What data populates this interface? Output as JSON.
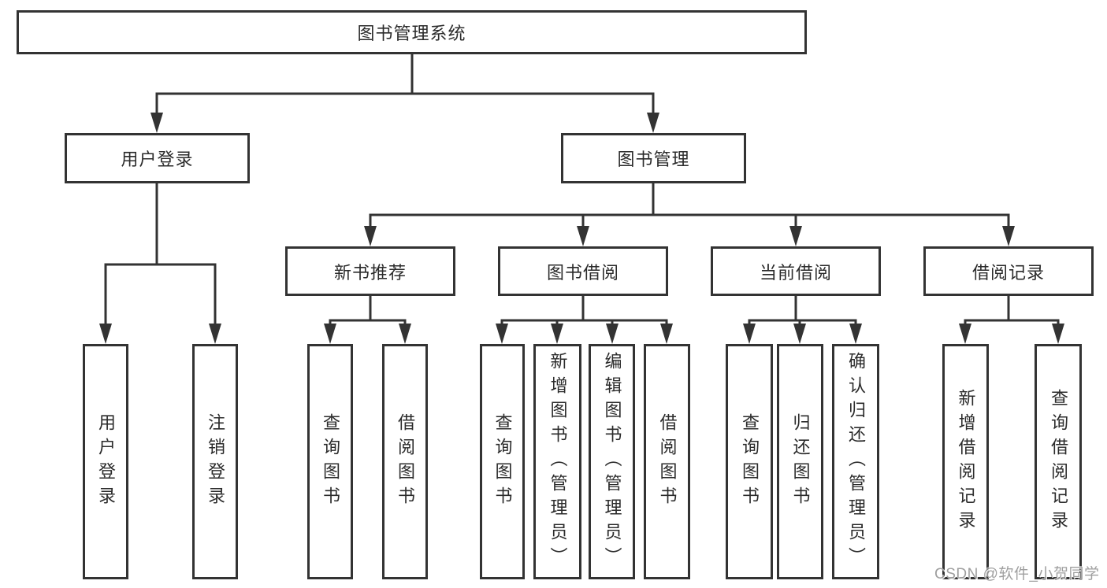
{
  "tree": {
    "label": "图书管理系统",
    "children": [
      {
        "label": "用户登录",
        "children": [
          {
            "label": "用户登录"
          },
          {
            "label": "注销登录"
          }
        ]
      },
      {
        "label": "图书管理",
        "children": [
          {
            "label": "新书推荐",
            "children": [
              {
                "label": "查询图书"
              },
              {
                "label": "借阅图书"
              }
            ]
          },
          {
            "label": "图书借阅",
            "children": [
              {
                "label": "查询图书"
              },
              {
                "label": "新增图书（管理员）"
              },
              {
                "label": "编辑图书（管理员）"
              },
              {
                "label": "借阅图书"
              }
            ]
          },
          {
            "label": "当前借阅",
            "children": [
              {
                "label": "查询图书"
              },
              {
                "label": "归还图书"
              },
              {
                "label": "确认归还（管理员）"
              }
            ]
          },
          {
            "label": "借阅记录",
            "children": [
              {
                "label": "新增借阅记录"
              },
              {
                "label": "查询借阅记录"
              }
            ]
          }
        ]
      }
    ]
  },
  "watermark": "CSDN @软件_小贺同学",
  "colors": {
    "line": "#333333",
    "box_border": "#333333",
    "box_fill": "#ffffff",
    "text": "#2b2b2b",
    "watermark": "#9a9a9a",
    "background": "#ffffff"
  }
}
